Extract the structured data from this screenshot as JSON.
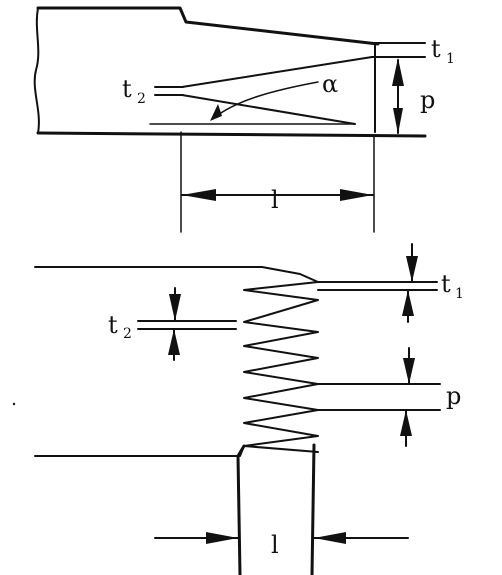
{
  "top_figure": {
    "labels": {
      "t1": "t",
      "t1_sub": "1",
      "t2": "t",
      "t2_sub": "2",
      "alpha": "α",
      "p": "p",
      "l": "l"
    }
  },
  "bottom_figure": {
    "labels": {
      "t1": "t",
      "t1_sub": "1",
      "t2": "t",
      "t2_sub": "2",
      "p": "p",
      "l": "l"
    }
  }
}
